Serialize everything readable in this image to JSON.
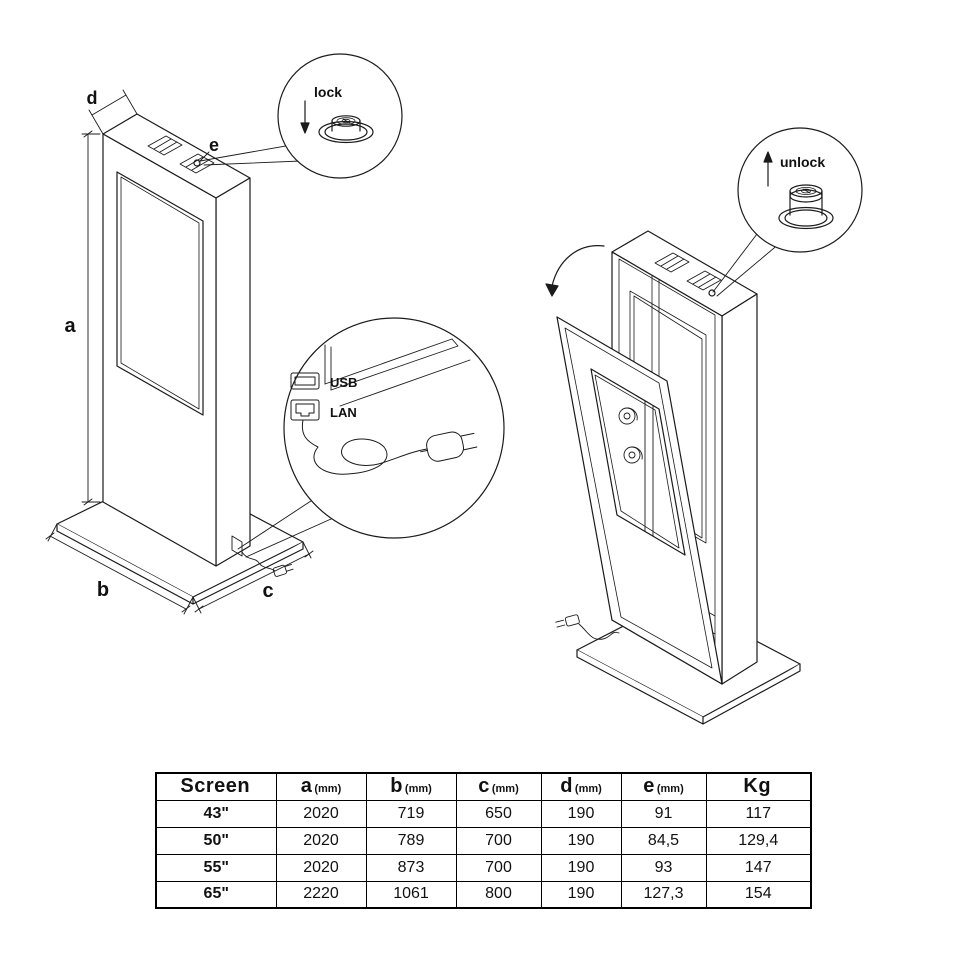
{
  "diagram": {
    "dims": {
      "a": "a",
      "b": "b",
      "c": "c",
      "d": "d",
      "e": "e"
    },
    "lock_callout": {
      "label": "lock"
    },
    "unlock_callout": {
      "label": "unlock"
    },
    "ports_callout": {
      "usb": "USB",
      "lan": "LAN"
    }
  },
  "table": {
    "headers": [
      {
        "main": "Screen",
        "unit": ""
      },
      {
        "main": "a",
        "unit": "(mm)"
      },
      {
        "main": "b",
        "unit": "(mm)"
      },
      {
        "main": "c",
        "unit": "(mm)"
      },
      {
        "main": "d",
        "unit": "(mm)"
      },
      {
        "main": "e",
        "unit": "(mm)"
      },
      {
        "main": "Kg",
        "unit": ""
      }
    ],
    "rows": [
      {
        "screen": "43\"",
        "a": "2020",
        "b": "719",
        "c": "650",
        "d": "190",
        "e": "91",
        "kg": "117"
      },
      {
        "screen": "50\"",
        "a": "2020",
        "b": "789",
        "c": "700",
        "d": "190",
        "e": "84,5",
        "kg": "129,4"
      },
      {
        "screen": "55\"",
        "a": "2020",
        "b": "873",
        "c": "700",
        "d": "190",
        "e": "93",
        "kg": "147"
      },
      {
        "screen": "65\"",
        "a": "2220",
        "b": "1061",
        "c": "800",
        "d": "190",
        "e": "127,3",
        "kg": "154"
      }
    ]
  }
}
